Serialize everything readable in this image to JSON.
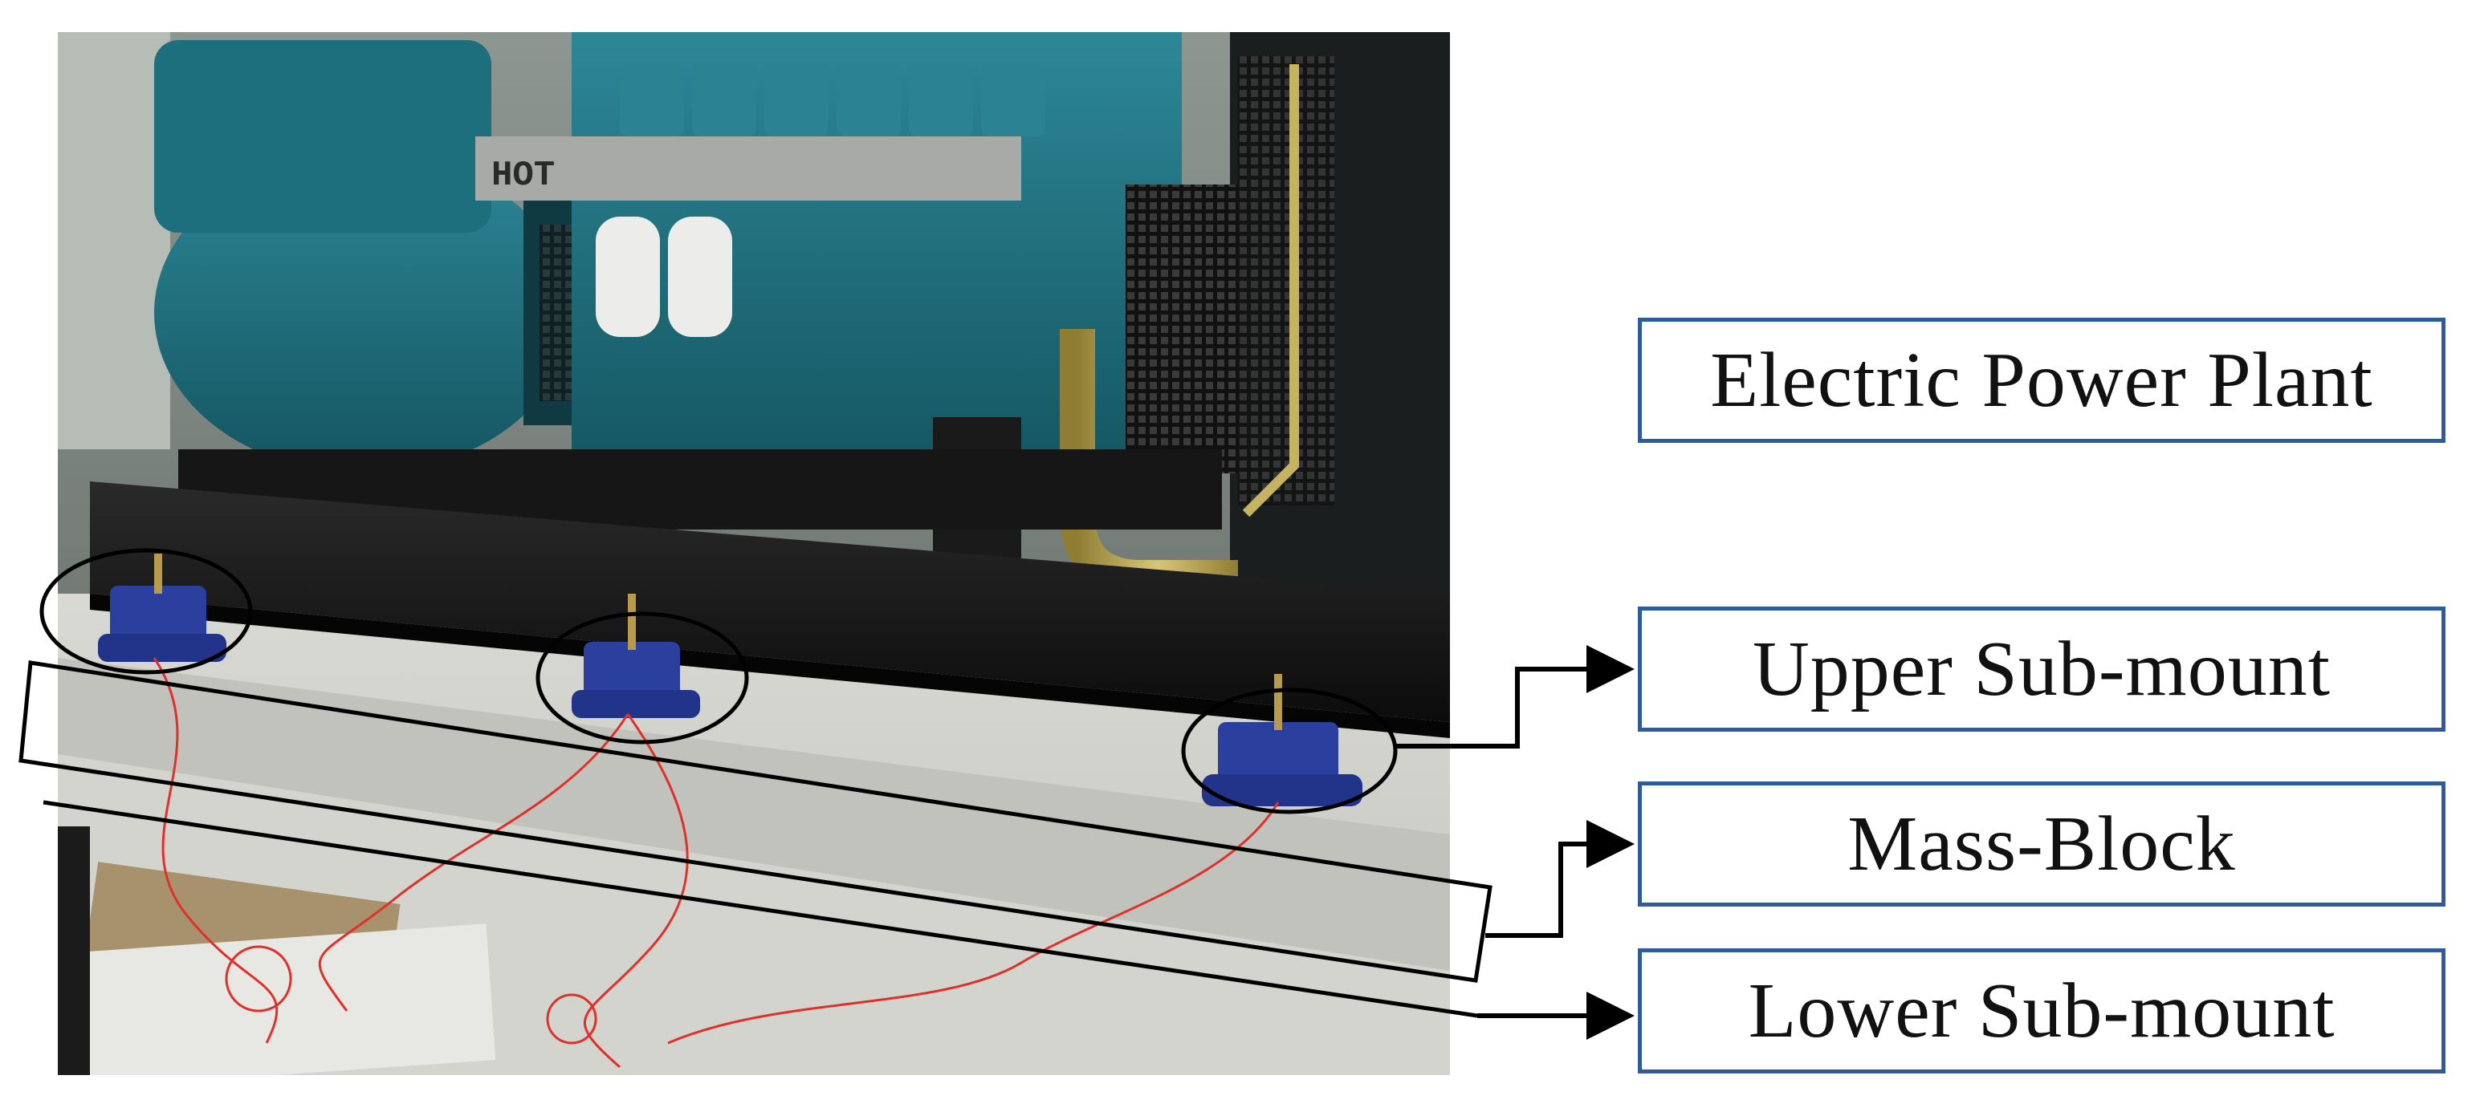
{
  "figure": {
    "photo": {
      "stencil_text": "HOT"
    },
    "labels": {
      "electric_power_plant": "Electric Power Plant",
      "upper_sub_mount": "Upper Sub-mount",
      "mass_block": "Mass-Block",
      "lower_sub_mount": "Lower Sub-mount"
    },
    "colors": {
      "label_border": "#2e5b9a",
      "engine_teal": "#1f6f7e",
      "mount_blue": "#2a3f9e",
      "frame_black": "#141414",
      "concrete": "#cfcfcb",
      "wire_red": "#e0302a"
    }
  }
}
